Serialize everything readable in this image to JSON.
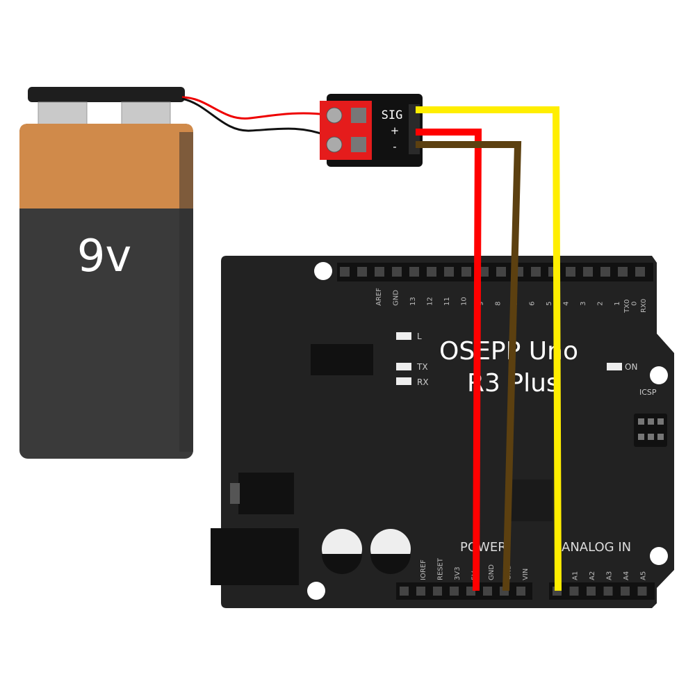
{
  "battery": {
    "label": "9v"
  },
  "module": {
    "pins": [
      "SIG",
      "+",
      "-"
    ]
  },
  "board": {
    "name_line1": "OSEPP Uno",
    "name_line2": "R3 Plus",
    "top_pins": [
      "AREF",
      "GND",
      "13",
      "12",
      "11",
      "10",
      "9",
      "8",
      "7",
      "6",
      "5",
      "4",
      "3",
      "2",
      "1",
      "0"
    ],
    "tx0": "TX0",
    "rx0": "RX0",
    "leds": {
      "l": "L",
      "tx": "TX",
      "rx": "RX",
      "on": "ON"
    },
    "icsp": "ICSP",
    "power_label": "POWER",
    "analog_label": "ANALOG IN",
    "power_pins": [
      "IOREF",
      "RESET",
      "3V3",
      "5V",
      "GND",
      "GND",
      "VIN"
    ],
    "analog_pins": [
      "A0",
      "A1",
      "A2",
      "A3",
      "A4",
      "A5"
    ]
  },
  "colors": {
    "wire_signal": "#ffee00",
    "wire_power": "#ff0000",
    "wire_ground": "#5c4010",
    "board": "#222222",
    "battery_top": "#d08a4a"
  }
}
